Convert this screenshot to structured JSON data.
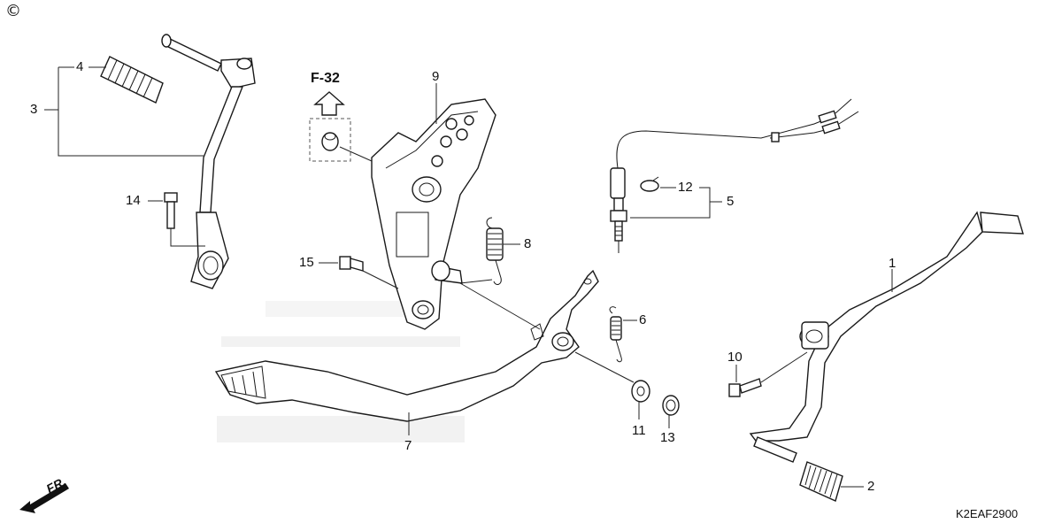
{
  "diagram": {
    "copyright_symbol": "©",
    "reference_code": "K2EAF2900",
    "frame_ref": "F-32",
    "direction_label": "FR.",
    "callouts": [
      {
        "id": "c1",
        "label": "1"
      },
      {
        "id": "c2",
        "label": "2"
      },
      {
        "id": "c3",
        "label": "3"
      },
      {
        "id": "c4",
        "label": "4"
      },
      {
        "id": "c5",
        "label": "5"
      },
      {
        "id": "c6",
        "label": "6"
      },
      {
        "id": "c7",
        "label": "7"
      },
      {
        "id": "c8",
        "label": "8"
      },
      {
        "id": "c9",
        "label": "9"
      },
      {
        "id": "c10",
        "label": "10"
      },
      {
        "id": "c11",
        "label": "11"
      },
      {
        "id": "c12",
        "label": "12"
      },
      {
        "id": "c13",
        "label": "13"
      },
      {
        "id": "c14",
        "label": "14"
      },
      {
        "id": "c15",
        "label": "15"
      }
    ]
  }
}
